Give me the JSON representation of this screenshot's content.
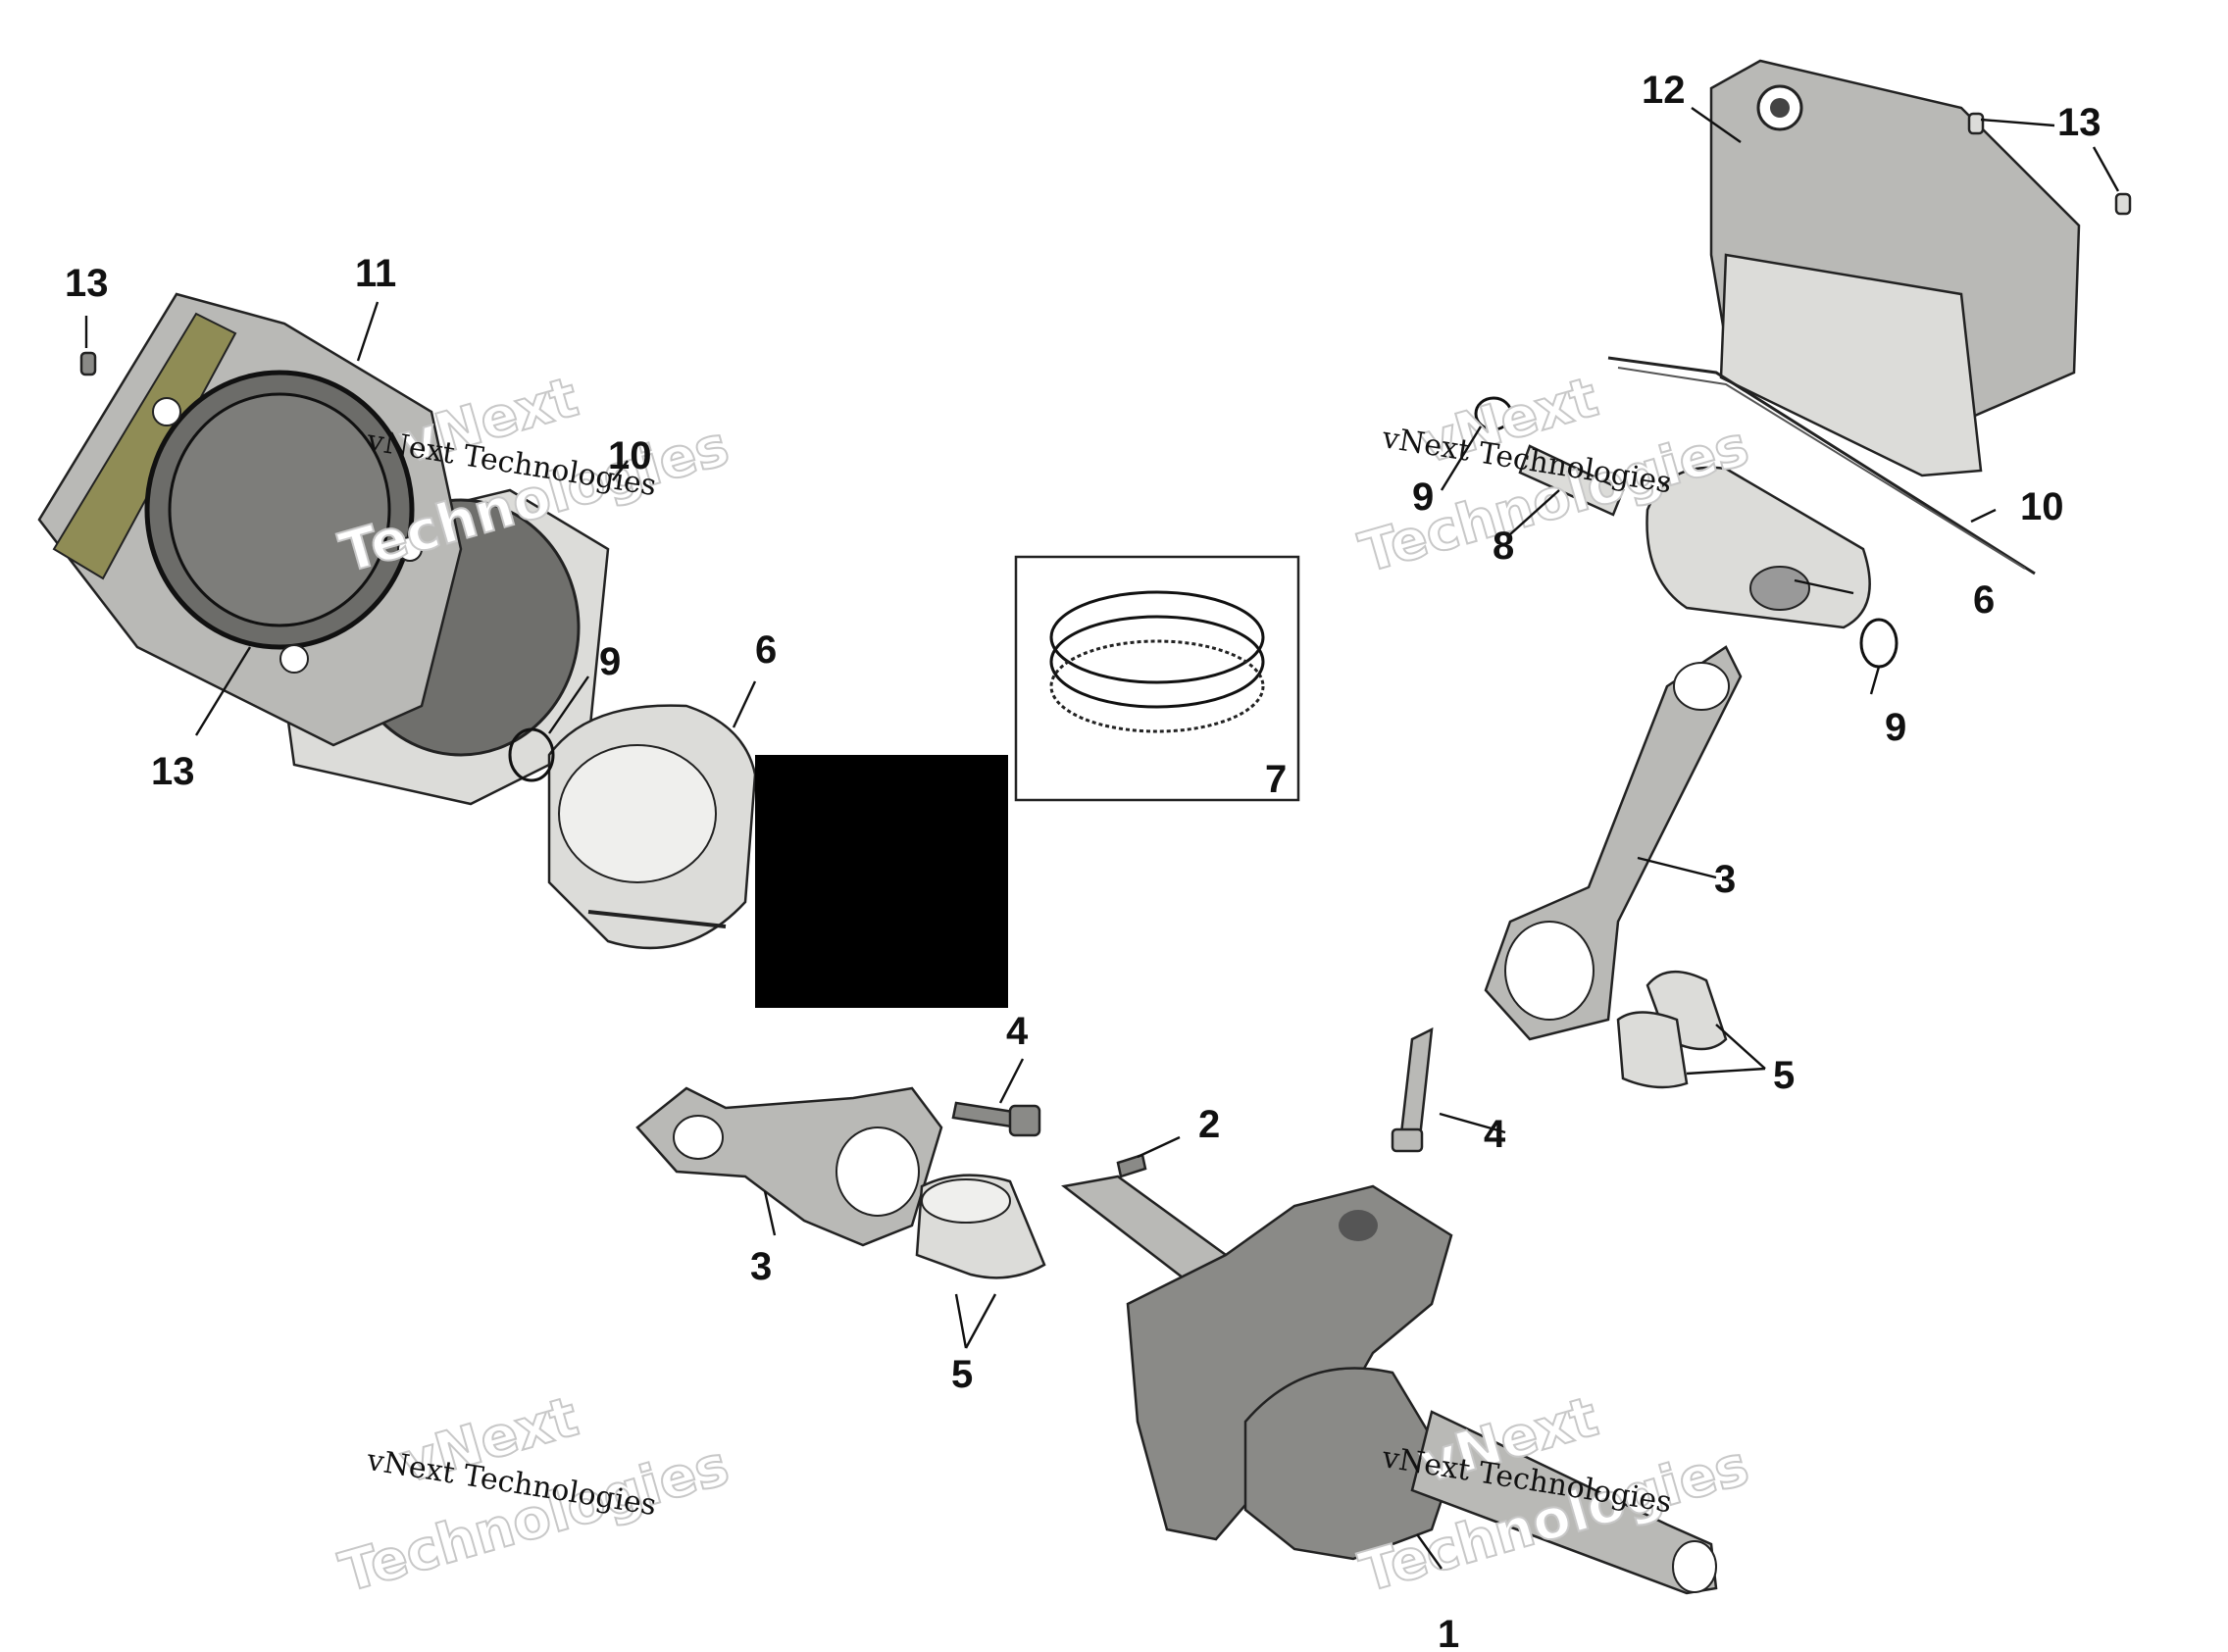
{
  "callouts": {
    "c1": "1",
    "c2": "2",
    "c3a": "3",
    "c3b": "3",
    "c4a": "4",
    "c4b": "4",
    "c5a": "5",
    "c5b": "5",
    "c6a": "6",
    "c6b": "6",
    "c7": "7",
    "c8": "8",
    "c9a": "9",
    "c9b": "9",
    "c9c": "9",
    "c10a": "10",
    "c10b": "10",
    "c11": "11",
    "c12": "12",
    "c13a": "13",
    "c13b": "13",
    "c13c": "13"
  },
  "watermark": {
    "line1": "vNext",
    "line2": "vNext Technologies",
    "line3": "Technologies"
  },
  "colors": {
    "part_dark": "#8a8a87",
    "part_mid": "#b9b9b6",
    "part_light": "#dcdcd9",
    "gasket_olive": "#8f8c55",
    "redaction_box": "#000000"
  }
}
